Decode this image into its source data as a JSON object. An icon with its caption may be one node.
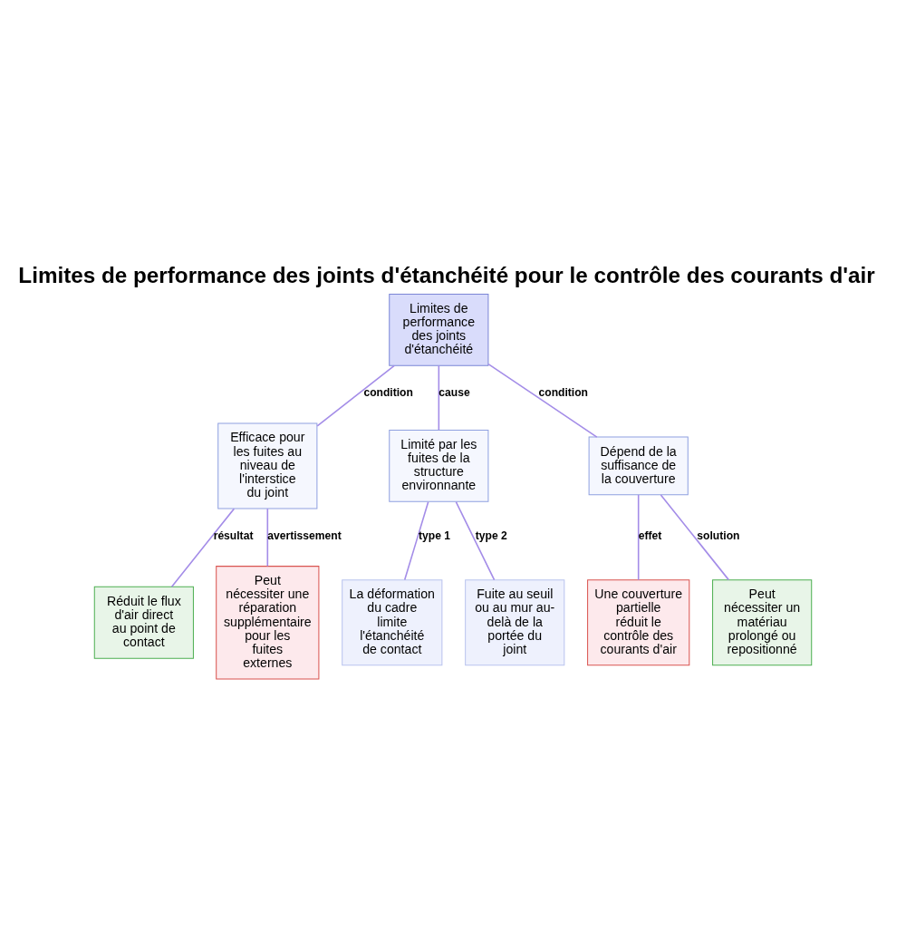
{
  "diagram": {
    "title": "Limites de performance des joints d'étanchéité pour le contrôle des courants d'air",
    "nodes": [
      {
        "text": [
          "Limites de performance des joints d'étanchéité"
        ]
      },
      {
        "text": [
          "Efficace pour les fuites au niveau de l'interstice du joint"
        ]
      },
      {
        "text": [
          "Limité par les fuites de la structure environnante"
        ]
      },
      {
        "text": [
          "Dépend de la suffisance de la couverture"
        ]
      },
      {
        "text": [
          "Réduit le flux d'air direct au point de contact"
        ]
      },
      {
        "text": [
          "Peut nécessiter une réparation supplémentaire pour les fuites externes"
        ]
      },
      {
        "text": [
          "La déformation du cadre limite l'étanchéité de contact"
        ]
      },
      {
        "text": [
          "Fuite au seuil ou au mur au-delà de la portée du joint"
        ]
      },
      {
        "text": [
          "Une couverture partielle réduit le contrôle des courants d'air"
        ]
      },
      {
        "text": [
          "Peut nécessiter un matériau prolongé ou repositionné"
        ]
      }
    ],
    "edges": [
      {
        "from": 0,
        "to": 1,
        "arrow": "none",
        "label": "condition"
      },
      {
        "from": 0,
        "to": 2,
        "arrow": "none",
        "label": "cause"
      },
      {
        "from": 0,
        "to": 3,
        "arrow": "none",
        "label": "condition"
      },
      {
        "from": 1,
        "to": 4,
        "arrow": "none",
        "label": "résultat"
      },
      {
        "from": 1,
        "to": 5,
        "arrow": "none",
        "label": "avertissement"
      },
      {
        "from": 2,
        "to": 6,
        "arrow": "none",
        "label": "type 1"
      },
      {
        "from": 2,
        "to": 7,
        "arrow": "none",
        "label": "type 2"
      },
      {
        "from": 3,
        "to": 8,
        "arrow": "none",
        "label": "effet"
      },
      {
        "from": 3,
        "to": 9,
        "arrow": "none",
        "label": "solution"
      }
    ]
  }
}
